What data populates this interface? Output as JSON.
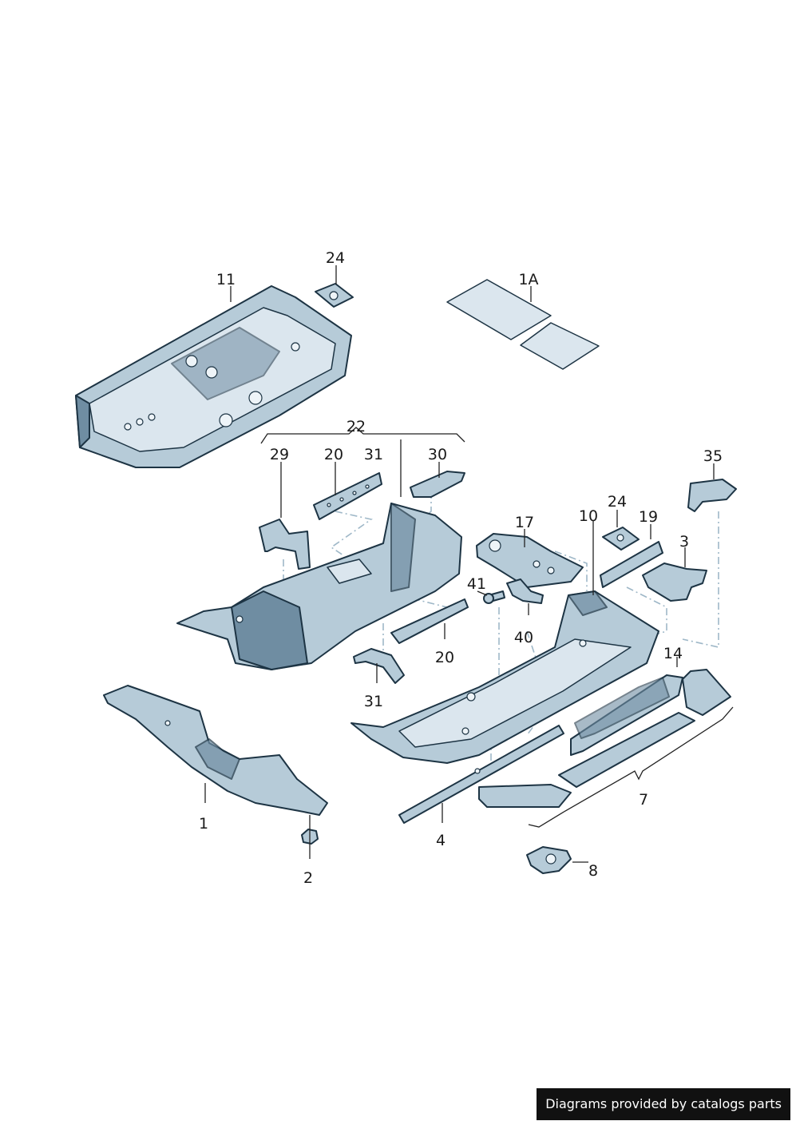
{
  "callouts": {
    "c11": "11",
    "c24a": "24",
    "c1A": "1A",
    "c22": "22",
    "c29": "29",
    "c20a": "20",
    "c31a": "31",
    "c30": "30",
    "c35": "35",
    "c24b": "24",
    "c17": "17",
    "c10": "10",
    "c19": "19",
    "c3": "3",
    "c41": "41",
    "c40": "40",
    "c20b": "20",
    "c14": "14",
    "c31b": "31",
    "c1": "1",
    "c7": "7",
    "c4": "4",
    "c2": "2",
    "c8": "8"
  },
  "footer": {
    "text": "Diagrams provided by catalogs parts"
  },
  "colors": {
    "metal": "#b6cbd8",
    "metal_shade": "#6f8da2",
    "outline": "#1d3444",
    "dash": "#9fb8c8"
  }
}
